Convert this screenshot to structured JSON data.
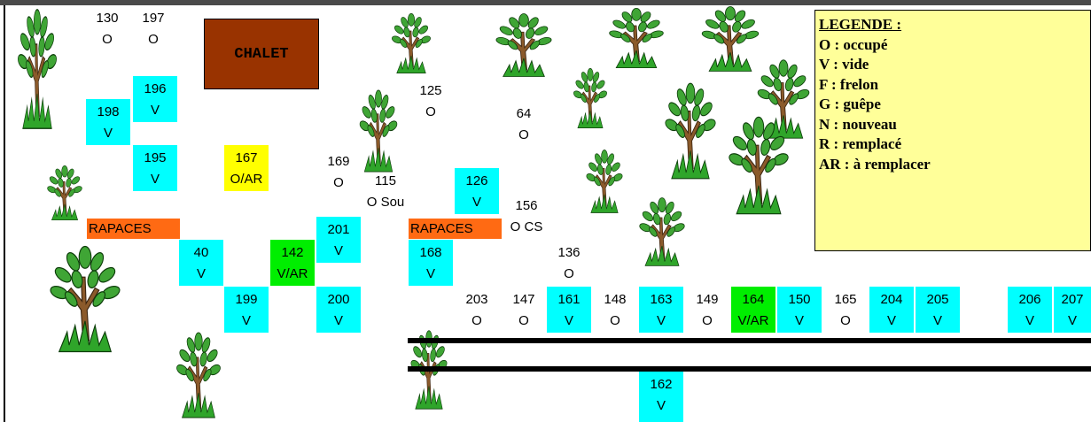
{
  "chalet_label": "CHALET",
  "legend": {
    "title": "LEGENDE :",
    "items": [
      "O :  occupé",
      "V :  vide",
      "F  :  frelon",
      "G  : guêpe",
      "N :  nouveau",
      "R :  remplacé",
      "AR : à remplacer"
    ]
  },
  "rapaces_label": "RAPACES",
  "hives": {
    "h130": {
      "num": "130",
      "status": "O"
    },
    "h197": {
      "num": "197",
      "status": "O"
    },
    "h196": {
      "num": "196",
      "status": "V"
    },
    "h198": {
      "num": "198",
      "status": "V"
    },
    "h195": {
      "num": "195",
      "status": "V"
    },
    "h167": {
      "num": "167",
      "status": "O/AR"
    },
    "h169": {
      "num": "169",
      "status": "O"
    },
    "h115": {
      "num": "115",
      "status": "O Sou"
    },
    "h126": {
      "num": "126",
      "status": "V"
    },
    "h156": {
      "num": "156",
      "status": "O CS"
    },
    "h125": {
      "num": "125",
      "status": "O"
    },
    "h64": {
      "num": "64",
      "status": "O"
    },
    "h40": {
      "num": "40",
      "status": "V"
    },
    "h142": {
      "num": "142",
      "status": "V/AR"
    },
    "h201": {
      "num": "201",
      "status": "V"
    },
    "h168": {
      "num": "168",
      "status": "V"
    },
    "h136": {
      "num": "136",
      "status": "O"
    },
    "h199": {
      "num": "199",
      "status": "V"
    },
    "h200": {
      "num": "200",
      "status": "V"
    },
    "h203": {
      "num": "203",
      "status": "O"
    },
    "h147": {
      "num": "147",
      "status": "O"
    },
    "h161": {
      "num": "161",
      "status": "V"
    },
    "h148": {
      "num": "148",
      "status": "O"
    },
    "h163": {
      "num": "163",
      "status": "V"
    },
    "h149": {
      "num": "149",
      "status": "O"
    },
    "h164": {
      "num": "164",
      "status": "V/AR"
    },
    "h150": {
      "num": "150",
      "status": "V"
    },
    "h165": {
      "num": "165",
      "status": "O"
    },
    "h204": {
      "num": "204",
      "status": "V"
    },
    "h205": {
      "num": "205",
      "status": "V"
    },
    "h206": {
      "num": "206",
      "status": "V"
    },
    "h207": {
      "num": "207",
      "status": "V"
    },
    "h162": {
      "num": "162",
      "status": "V"
    }
  },
  "colors": {
    "vide": "#00ffff",
    "occupe": "#ffffff",
    "a_remplacer_occupe": "#ffff00",
    "a_remplacer_vide": "#00ee00",
    "rapaces": "#ff6a13",
    "chalet": "#993300",
    "legend_bg": "#ffff99"
  },
  "icons": [
    "tree-icon"
  ]
}
